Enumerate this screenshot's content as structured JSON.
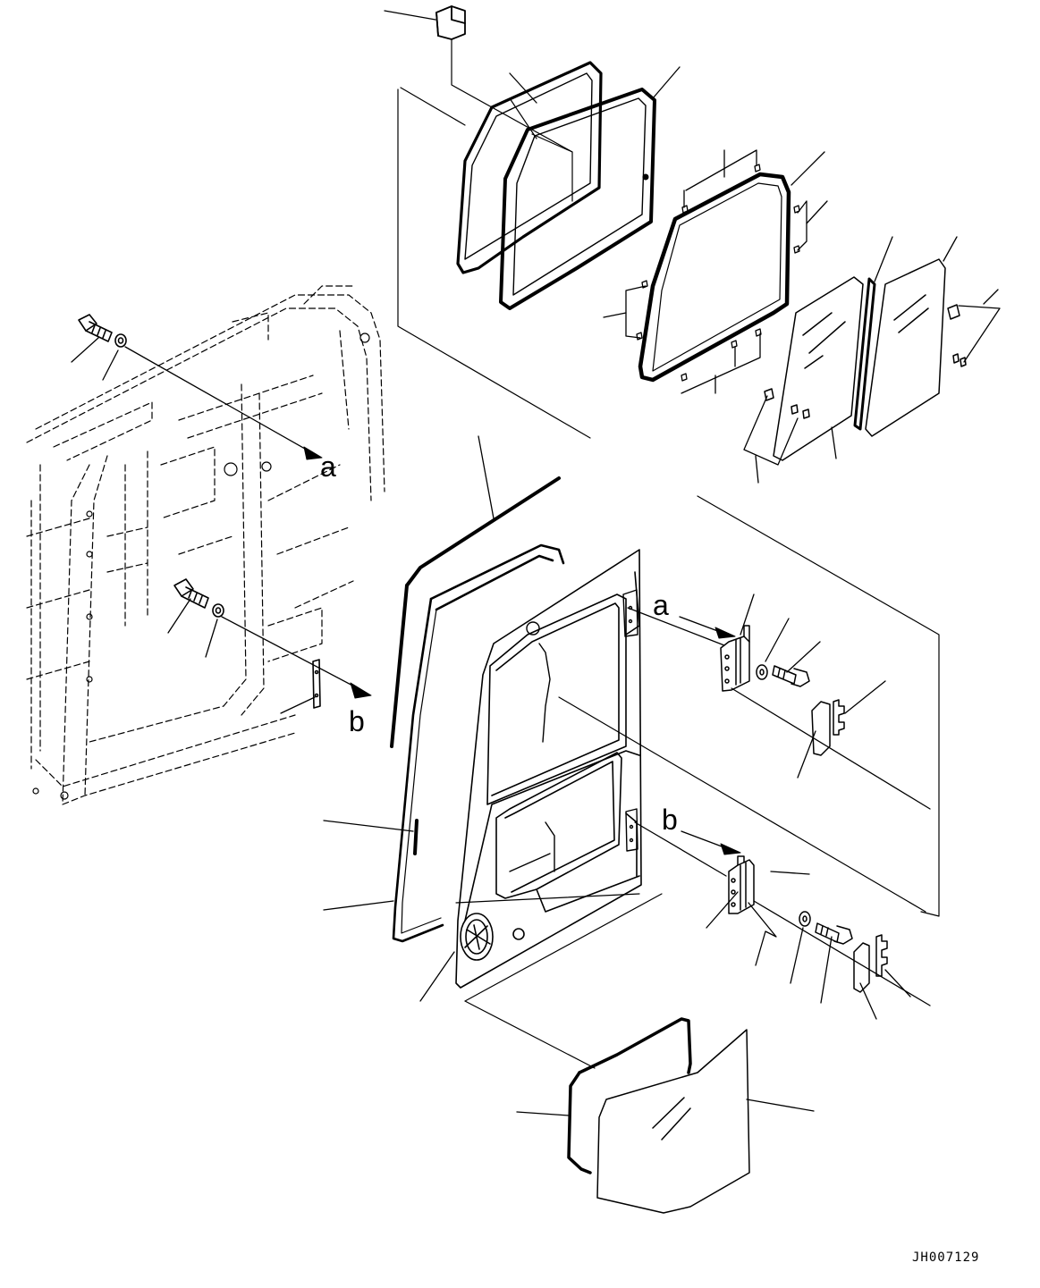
{
  "drawing": {
    "callouts": {
      "a": "a",
      "b": "b"
    },
    "drawing_number": "JH007129"
  },
  "colors": {
    "ink": "#000000",
    "paper": "#ffffff"
  }
}
